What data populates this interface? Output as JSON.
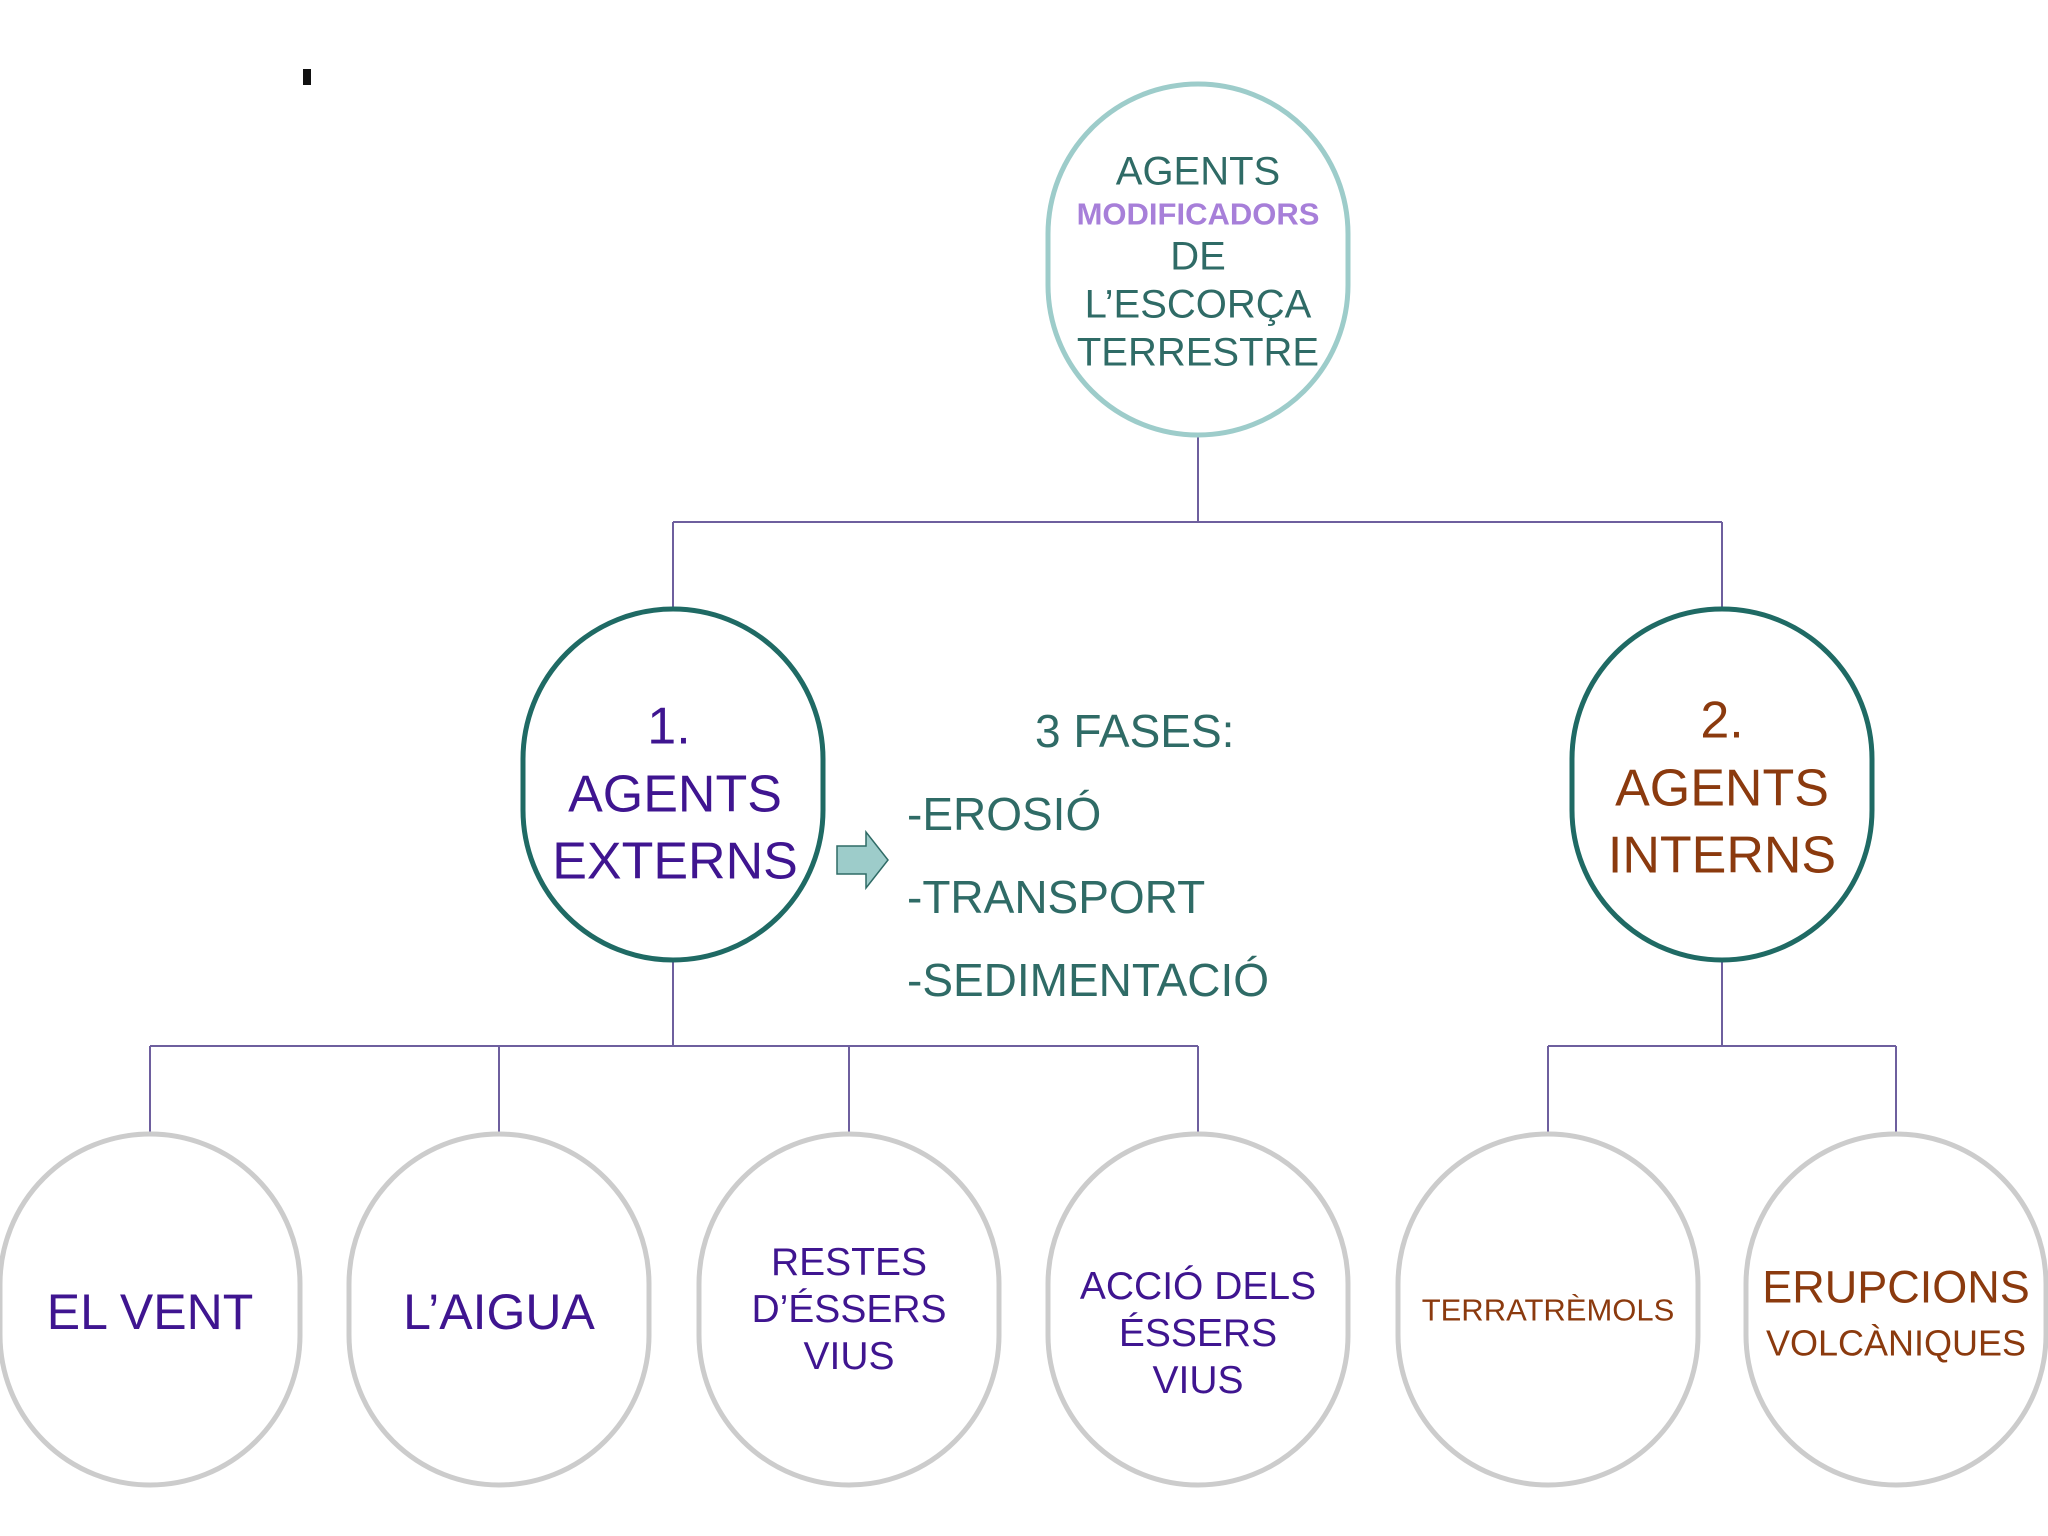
{
  "colors": {
    "teal_text": "#2f6b66",
    "lavender": "#a77fd9",
    "purple": "#3f1590",
    "brown": "#8b3a0e",
    "arrow_fill": "#9dccca",
    "arrow_stroke": "#2f6b66",
    "mark": "#111111"
  },
  "root": {
    "line1": "AGENTS",
    "line2": "MODIFICADORS",
    "line3": "DE",
    "line4": "L’ESCORÇA",
    "line5": "TERRESTRE"
  },
  "externs": {
    "line1": "1.",
    "line2": "AGENTS",
    "line3": "EXTERNS"
  },
  "interns": {
    "line1": "2.",
    "line2": "AGENTS",
    "line3": "INTERNS"
  },
  "phases": {
    "title": "3 FASES:",
    "items": [
      "-EROSIÓ",
      "-TRANSPORT",
      "-SEDIMENTACIÓ"
    ]
  },
  "leaves": {
    "vent": {
      "line1": "EL VENT"
    },
    "aigua": {
      "line1": "L’AIGUA"
    },
    "restes": {
      "line1": "RESTES",
      "line2": "D’ÉSSERS",
      "line3": "VIUS"
    },
    "accio": {
      "line1": "ACCIÓ DELS",
      "line2": "ÉSSERS",
      "line3": "VIUS"
    },
    "terratremols": {
      "line1": "TERRATRÈMOLS"
    },
    "erupcions": {
      "line1": "ERUPCIONS",
      "line2": "VOLCÀNIQUES"
    }
  }
}
